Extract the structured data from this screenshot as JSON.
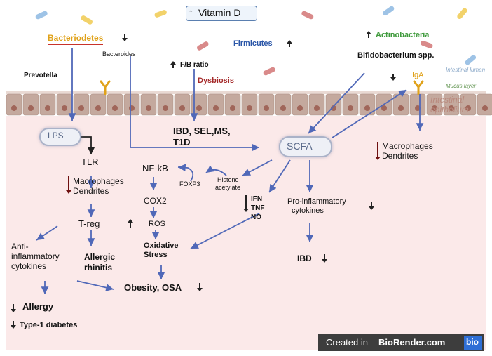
{
  "header": {
    "vitamin_d": "Vitamin D"
  },
  "phyla": {
    "bacteriodetes": "Bacteriodetes",
    "bacteroides": "Bacteroides",
    "prevotella": "Prevotella",
    "firmicutes": "Firmicutes",
    "actinobacteria": "Actinobacteria",
    "bifidobacterium": "Bifidobacterium spp.",
    "fb_ratio": "F/B ratio",
    "dysbiosis": "Dysbiosis"
  },
  "gut": {
    "intestinal_lumen": "Intestinal lumen",
    "mucus_layer": "Mucus layer",
    "intestinal_epithelium_1": "Intestinal",
    "intestinal_epithelium_2": "epithelium",
    "iga": "IgA"
  },
  "diseases_top": {
    "line1": "IBD, SEL,MS,",
    "line2": "T1D"
  },
  "nodes": {
    "lps": "LPS",
    "scfa": "SCFA",
    "tlr": "TLR",
    "macrophages_left_1": "Macrophages",
    "macrophages_left_2": "Dendrites",
    "treg": "T-reg",
    "anti_inflammatory_1": "Anti-",
    "anti_inflammatory_2": "inflammatory",
    "anti_inflammatory_3": "cytokines",
    "allergic_rhinitis_1": "Allergic",
    "allergic_rhinitis_2": "rhinitis",
    "allergy": "Allergy",
    "type1_diabetes": "Type-1 diabetes",
    "nfkb": "NF-kB",
    "foxp3": "FOXP3",
    "histone_1": "Histone",
    "histone_2": "acetylate",
    "cox2": "COX2",
    "ros": "ROS",
    "oxidative_1": "Oxidative",
    "oxidative_2": "Stress",
    "obesity": "Obesity, OSA",
    "ifn": "IFN",
    "tnf": "TNF",
    "no": "NO",
    "proinflammatory_1": "Pro-inflammatory",
    "proinflammatory_2": "cytokines",
    "ibd": "IBD",
    "macrophages_right_1": "Macrophages",
    "macrophages_right_2": "Dendrites"
  },
  "footer": {
    "prefix": "Created in ",
    "brand": "BioRender.com",
    "logo": "bio"
  },
  "colors": {
    "arrow_blue": "#5068b8",
    "arrow_dark": "#222222",
    "arrow_red": "#6e1010",
    "epithelium": "#c4a99e",
    "tissue": "#fbe9e9",
    "firmicutes_text": "#2a56a8",
    "actino_text": "#3f9a3c",
    "dysbiosis_text": "#a52a2a",
    "bacteriodetes_text": "#e0a21a",
    "iga_text": "#e0a21a"
  }
}
